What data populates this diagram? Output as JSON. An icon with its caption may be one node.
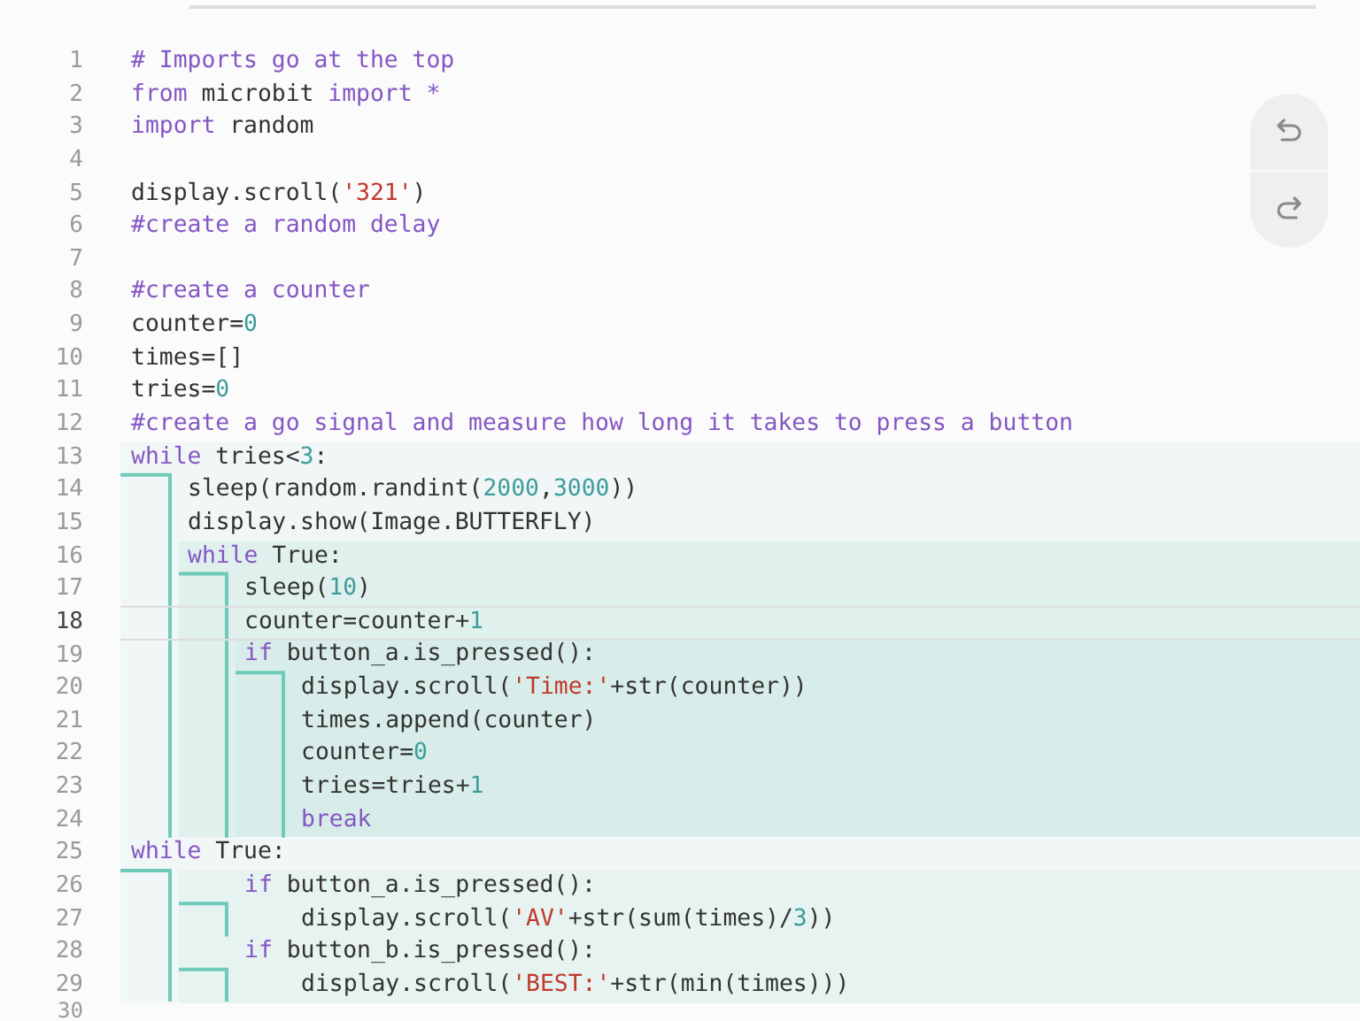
{
  "diagram": {
    "nodes": [
      {
        "text": [
          "while tries<3:",
          "sleep(random.randint(2000,3000))",
          "display.show(Image.BUTTERFLY)"
        ]
      },
      {
        "text": [
          "while True:",
          "sleep(10)",
          "counter=counter+1"
        ],
        "in": 0
      },
      {
        "text": [
          "if button_a.is_pressed():",
          "display.scroll('Time:'+str(counter))",
          "times.append(counter)",
          "counter=0",
          "tries=tries+1",
          "break"
        ],
        "in": 1
      },
      {
        "text": [
          "while True:"
        ]
      },
      {
        "text": [
          "if button_a.is_pressed():",
          "display.scroll('AV'+str(sum(times)/3))"
        ],
        "in": 3
      },
      {
        "text": [
          "if button_b.is_pressed():",
          "display.scroll('BEST:'+str(min(times)))"
        ],
        "in": 3
      }
    ],
    "labels": [
      "1",
      "# Imports go at the top",
      "2",
      "from microbit import *",
      "3",
      "import random",
      "4",
      "5",
      "display.scroll('321')",
      "6",
      "#create a random delay",
      "7",
      "8",
      "#create a counter",
      "9",
      "counter=0",
      "10",
      "times=[]",
      "11",
      "tries=0",
      "12",
      "#create a go signal and measure how long it takes to press a button",
      "13",
      "14",
      "15",
      "16",
      "17",
      "18",
      "19",
      "20",
      "21",
      "22",
      "23",
      "24",
      "25",
      "26",
      "27",
      "28",
      "29",
      "30"
    ]
  }
}
